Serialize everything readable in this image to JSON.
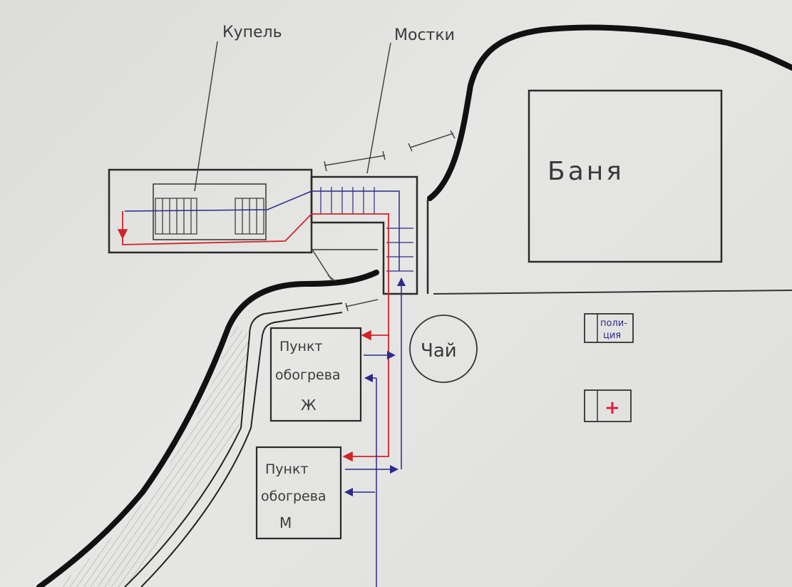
{
  "labels": {
    "kupel": "Купель",
    "mostki": "Мостки",
    "banya": "Баня",
    "chai": "Чай",
    "policia_1": "поли-",
    "policia_2": "ция",
    "first_aid_symbol": "+",
    "punkt_zh_line1": "Пункт",
    "punkt_zh_line2": "обогрева",
    "punkt_zh_mark": "Ж",
    "punkt_m_line1": "Пункт",
    "punkt_m_line2": "обогрева",
    "punkt_m_mark": "М"
  },
  "colors": {
    "pencil": "#4a4a4a",
    "ink": "#1a1a1a",
    "red_line": "#d0242a",
    "blue_line": "#2c2a8a",
    "cross": "#e0203a"
  }
}
